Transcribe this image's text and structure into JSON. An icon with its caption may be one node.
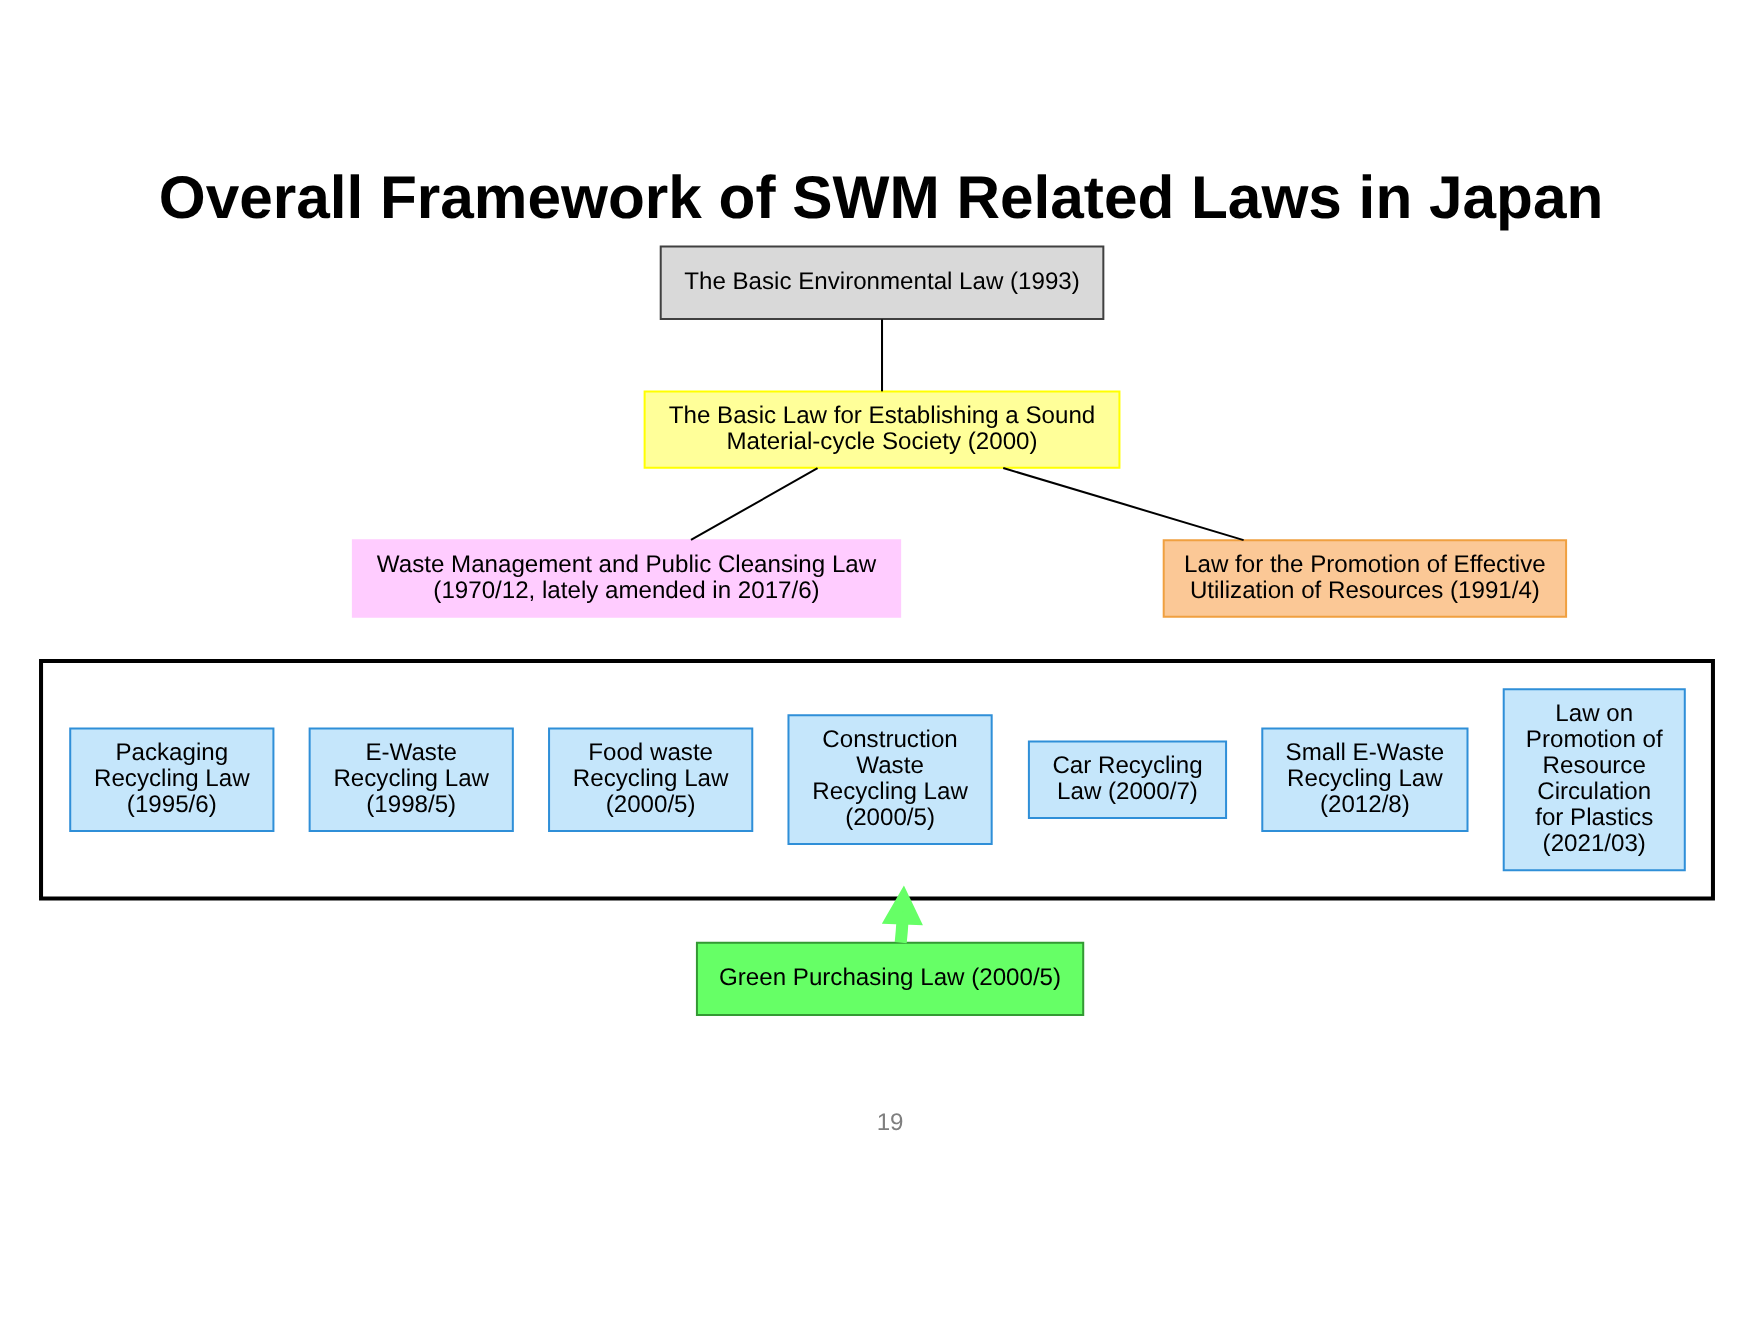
{
  "diagram": {
    "title": "Overall Framework of SWM Related Laws in Japan",
    "nodes": [
      {
        "text": [
          "The Basic Environmental Law (1993)"
        ]
      },
      {
        "text": [
          "The Basic Law for Establishing a Sound Material-cycle Society (2000)"
        ]
      },
      {
        "text": [
          "Waste Management and Public Cleansing Law (1970/12, lately amended in 2017/6)"
        ]
      },
      {
        "text": [
          "Law for the Promotion of Effective Utilization of Resources (1991/4)"
        ]
      },
      {
        "text": [],
        "shape": "box"
      },
      {
        "text": [
          "Packaging Recycling Law (1995/6)"
        ],
        "in": 4
      },
      {
        "text": [
          "E-Waste Recycling Law (1998/5)"
        ],
        "in": 4
      },
      {
        "text": [
          "Food waste Recycling Law (2000/5)"
        ],
        "in": 4
      },
      {
        "text": [
          "Construction Waste Recycling Law (2000/5)"
        ],
        "in": 4
      },
      {
        "text": [
          "Car Recycling Law (2000/7)"
        ],
        "in": 4
      },
      {
        "text": [
          "Small E-Waste Recycling Law (2012/8)"
        ],
        "in": 4
      },
      {
        "text": [
          "Law on Promotion of Resource Circulation for Plastics (2021/03)"
        ],
        "in": 4
      },
      {
        "text": [
          "Green Purchasing Law (2000/5)"
        ]
      }
    ],
    "edges": [
      {
        "from": 0,
        "to": 1,
        "arrow": "none"
      },
      {
        "from": 1,
        "to": 2,
        "arrow": "none"
      },
      {
        "from": 1,
        "to": 3,
        "arrow": "none"
      },
      {
        "from": 12,
        "to": 4,
        "arrow": "to",
        "style": "thick",
        "color": "#66ff66"
      }
    ],
    "labels": [
      "19"
    ]
  }
}
